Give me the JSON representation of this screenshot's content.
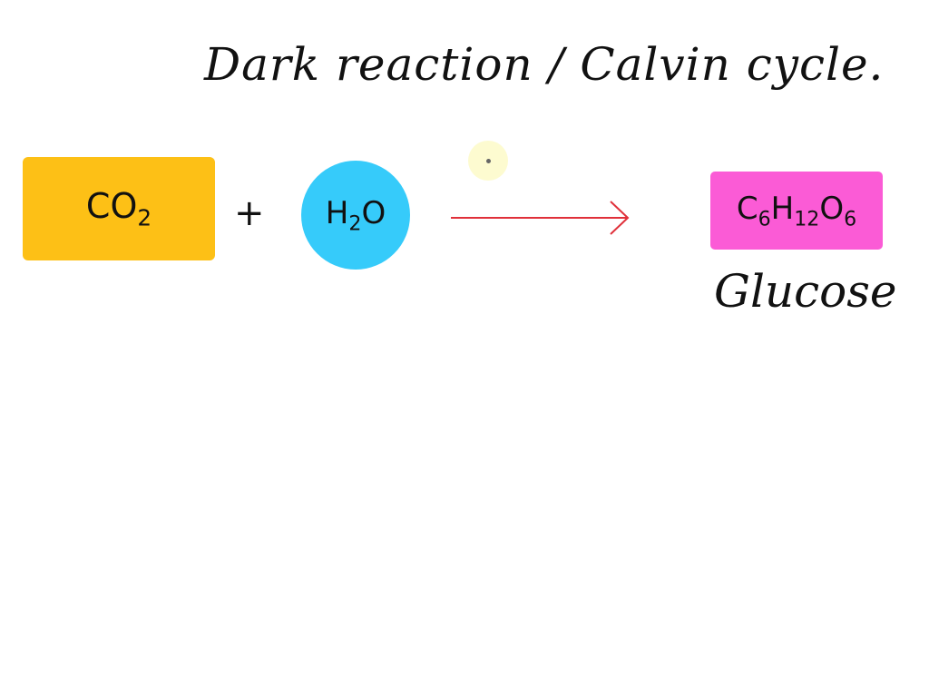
{
  "title": "Dark reaction / Calvin cycle.",
  "reactants": [
    {
      "formula": "CO",
      "subscript": "2",
      "color": "#FDC016",
      "shape": "rectangle"
    },
    {
      "formula": "H",
      "subscript": "2",
      "formula_tail": "O",
      "color": "#36CBFA",
      "shape": "circle"
    }
  ],
  "operator": "+",
  "arrow_color": "#E0303A",
  "product": {
    "parts": [
      "C",
      "6",
      "H",
      "12",
      "O",
      "6"
    ],
    "color": "#FB5BD6",
    "name": "Glucose"
  },
  "pointer_color": "#FDFBD0"
}
